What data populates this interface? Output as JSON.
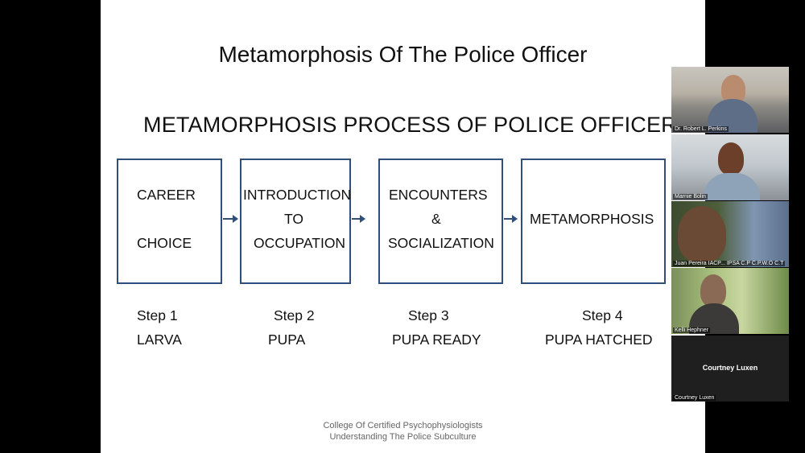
{
  "slide": {
    "title": "Metamorphosis Of The Police Officer",
    "subtitle": "METAMORPHOSIS PROCESS OF POLICE OFFICER",
    "boxes": [
      {
        "lines": [
          "CAREER",
          "CHOICE"
        ]
      },
      {
        "lines": [
          "INTRODUCTION",
          "TO",
          "OCCUPATION"
        ]
      },
      {
        "lines": [
          "ENCOUNTERS",
          "&",
          "SOCIALIZATION"
        ]
      },
      {
        "lines": [
          "METAMORPHOSIS"
        ]
      }
    ],
    "steps": [
      {
        "step": "Step 1",
        "stage": "LARVA"
      },
      {
        "step": "Step 2",
        "stage": "PUPA"
      },
      {
        "step": "Step 3",
        "stage": "PUPA READY"
      },
      {
        "step": "Step 4",
        "stage": "PUPA HATCHED"
      }
    ],
    "footer": [
      "College Of Certified Psychophysiologists",
      "Understanding The Police Subculture"
    ]
  },
  "participants": [
    {
      "name": "Dr. Robert L. Perkins"
    },
    {
      "name": "Marnie Bolin"
    },
    {
      "name": "Juan Pereira IACP... IPSA C.P C.P.W.O C.T"
    },
    {
      "name": "Kelli Hephner"
    },
    {
      "name": "Courtney Luxen",
      "label": "Courtney Luxen"
    }
  ],
  "colors": {
    "box_border": "#2f4f7a",
    "arrow": "#2f4f7a",
    "background": "#000000"
  }
}
